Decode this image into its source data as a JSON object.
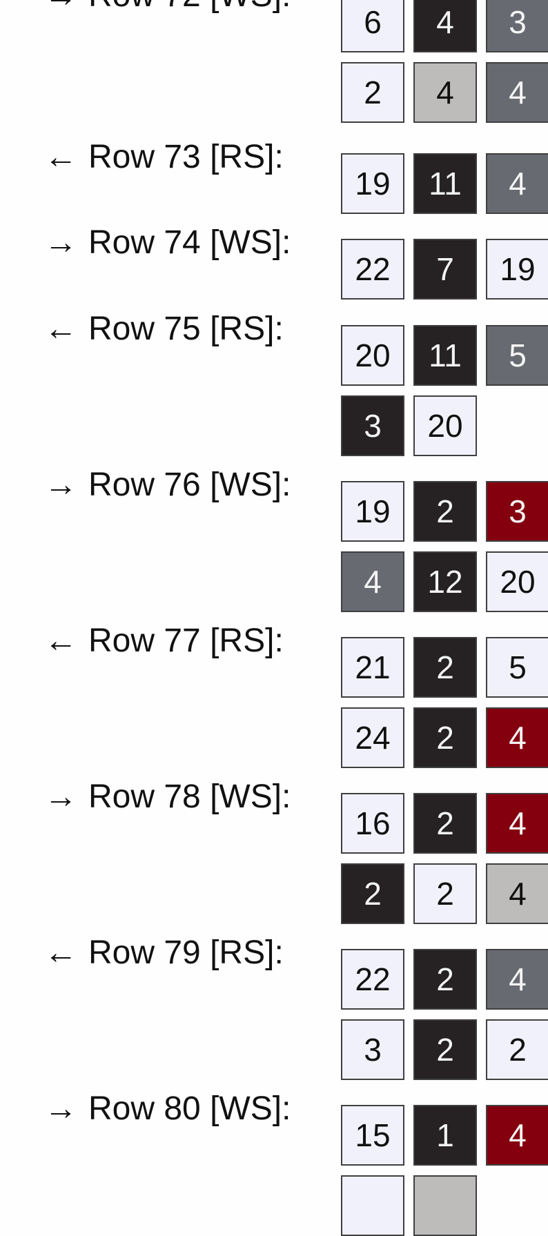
{
  "colors": {
    "white": "#f1f1fb",
    "black": "#262223",
    "grey": "#676a71",
    "silver": "#bebbbb",
    "red": "#85000f"
  },
  "rows": [
    {
      "arrow": "→",
      "label": "Row 72 [WS]:",
      "lines": [
        [
          {
            "n": "6",
            "c": "white"
          },
          {
            "n": "4",
            "c": "black"
          },
          {
            "n": "3",
            "c": "grey"
          }
        ],
        [
          {
            "n": "2",
            "c": "white"
          },
          {
            "n": "4",
            "c": "silver"
          },
          {
            "n": "4",
            "c": "grey"
          }
        ]
      ]
    },
    {
      "arrow": "←",
      "label": "Row 73 [RS]:",
      "lines": [
        [
          {
            "n": "19",
            "c": "white"
          },
          {
            "n": "11",
            "c": "black"
          },
          {
            "n": "4",
            "c": "grey"
          }
        ]
      ]
    },
    {
      "arrow": "→",
      "label": "Row 74 [WS]:",
      "lines": [
        [
          {
            "n": "22",
            "c": "white"
          },
          {
            "n": "7",
            "c": "black"
          },
          {
            "n": "19",
            "c": "white"
          }
        ]
      ]
    },
    {
      "arrow": "←",
      "label": "Row 75 [RS]:",
      "lines": [
        [
          {
            "n": "20",
            "c": "white"
          },
          {
            "n": "11",
            "c": "black"
          },
          {
            "n": "5",
            "c": "grey"
          }
        ],
        [
          {
            "n": "3",
            "c": "black"
          },
          {
            "n": "20",
            "c": "white"
          }
        ]
      ]
    },
    {
      "arrow": "→",
      "label": "Row 76 [WS]:",
      "lines": [
        [
          {
            "n": "19",
            "c": "white"
          },
          {
            "n": "2",
            "c": "black"
          },
          {
            "n": "3",
            "c": "red"
          }
        ],
        [
          {
            "n": "4",
            "c": "grey"
          },
          {
            "n": "12",
            "c": "black"
          },
          {
            "n": "20",
            "c": "white"
          }
        ]
      ]
    },
    {
      "arrow": "←",
      "label": "Row 77 [RS]:",
      "lines": [
        [
          {
            "n": "21",
            "c": "white"
          },
          {
            "n": "2",
            "c": "black"
          },
          {
            "n": "5",
            "c": "white"
          }
        ],
        [
          {
            "n": "24",
            "c": "white"
          },
          {
            "n": "2",
            "c": "black"
          },
          {
            "n": "4",
            "c": "red"
          }
        ]
      ]
    },
    {
      "arrow": "→",
      "label": "Row 78 [WS]:",
      "lines": [
        [
          {
            "n": "16",
            "c": "white"
          },
          {
            "n": "2",
            "c": "black"
          },
          {
            "n": "4",
            "c": "red"
          }
        ],
        [
          {
            "n": "2",
            "c": "black"
          },
          {
            "n": "2",
            "c": "white"
          },
          {
            "n": "4",
            "c": "silver"
          }
        ]
      ]
    },
    {
      "arrow": "←",
      "label": "Row 79 [RS]:",
      "lines": [
        [
          {
            "n": "22",
            "c": "white"
          },
          {
            "n": "2",
            "c": "black"
          },
          {
            "n": "4",
            "c": "grey"
          }
        ],
        [
          {
            "n": "3",
            "c": "white"
          },
          {
            "n": "2",
            "c": "black"
          },
          {
            "n": "2",
            "c": "white"
          }
        ]
      ]
    },
    {
      "arrow": "→",
      "label": "Row 80 [WS]:",
      "lines": [
        [
          {
            "n": "15",
            "c": "white"
          },
          {
            "n": "1",
            "c": "black"
          },
          {
            "n": "4",
            "c": "red"
          }
        ],
        [
          {
            "n": "",
            "c": "white"
          },
          {
            "n": "",
            "c": "silver"
          }
        ]
      ]
    }
  ]
}
